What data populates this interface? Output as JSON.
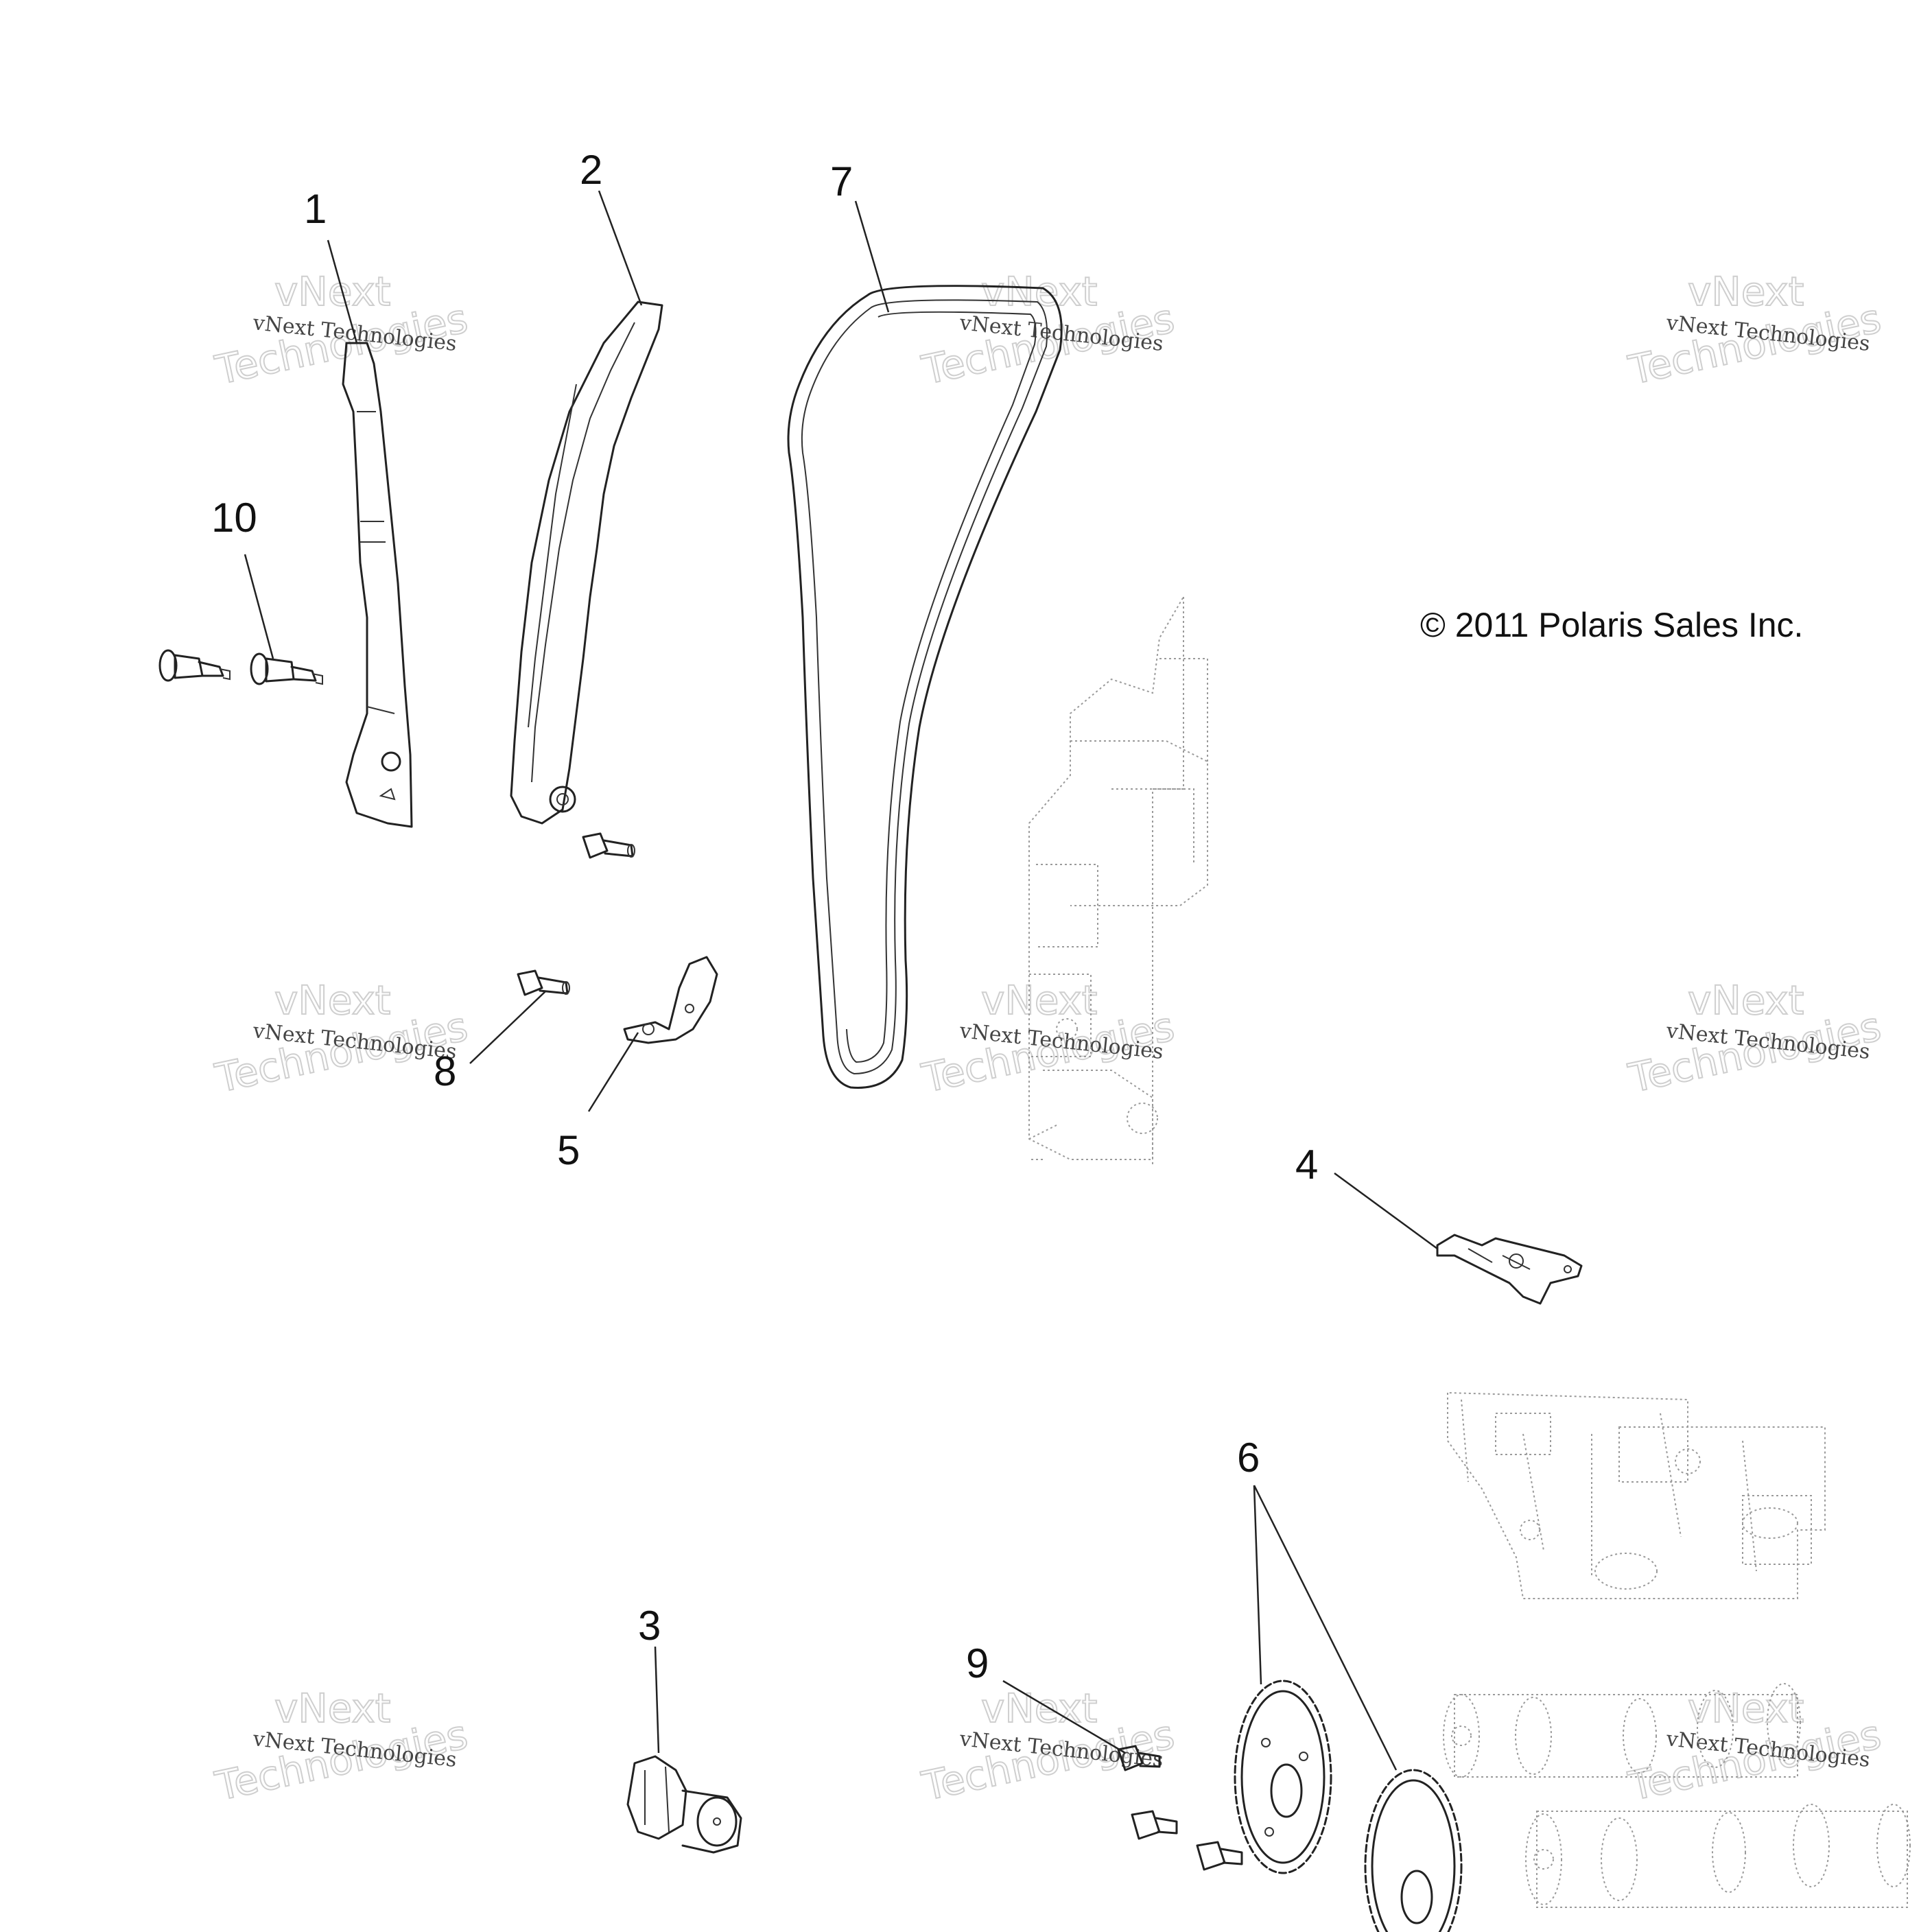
{
  "copyright": "© 2011 Polaris Sales Inc.",
  "watermark": {
    "line1": "vNext Technologies",
    "line2": "vNext",
    "line3": "Technologies"
  },
  "callouts": [
    {
      "id": "1",
      "label": "1"
    },
    {
      "id": "2",
      "label": "2"
    },
    {
      "id": "3",
      "label": "3"
    },
    {
      "id": "4",
      "label": "4"
    },
    {
      "id": "5",
      "label": "5"
    },
    {
      "id": "6",
      "label": "6"
    },
    {
      "id": "7",
      "label": "7"
    },
    {
      "id": "8",
      "label": "8"
    },
    {
      "id": "9",
      "label": "9"
    },
    {
      "id": "10",
      "label": "10"
    }
  ]
}
